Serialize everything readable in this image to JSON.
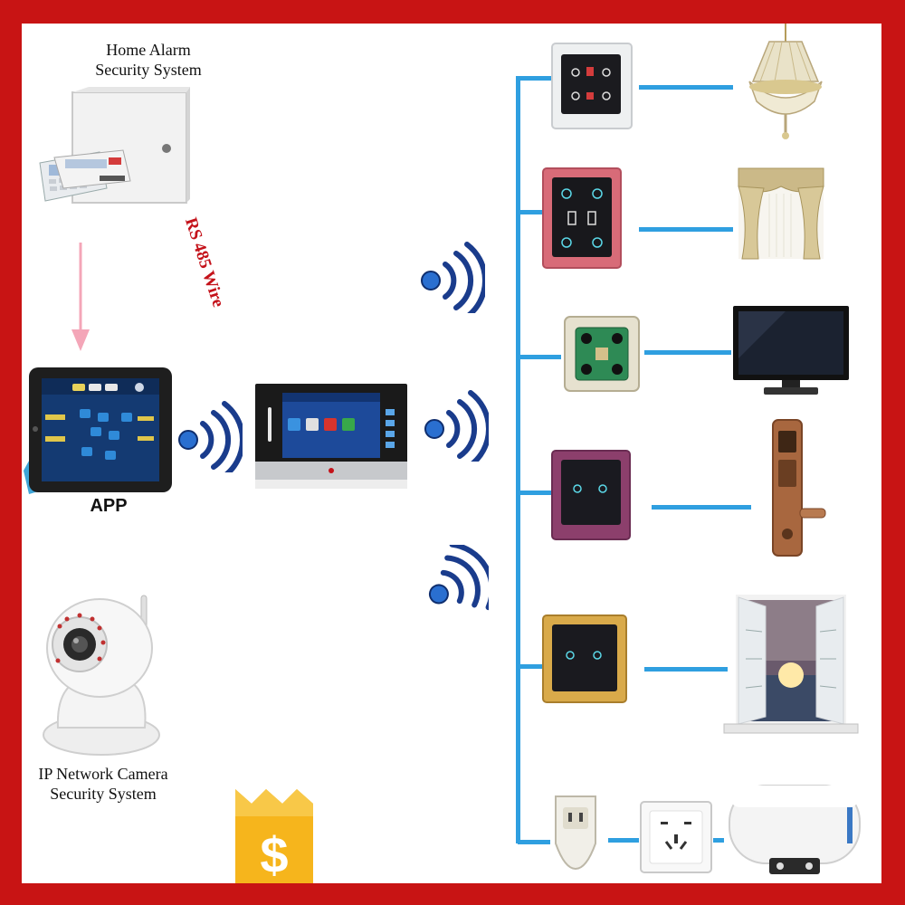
{
  "labels": {
    "alarm_line1": "Home Alarm",
    "alarm_line2": "Security System",
    "rs485": "RS 485 Wire",
    "app": "APP",
    "camera_line1": "IP Network Camera",
    "camera_line2": "Security System"
  },
  "icons": {
    "alarm": "alarm-panel-icon",
    "tablet": "tablet-icon",
    "camera": "ip-camera-icon",
    "gateway": "gateway-panel-icon",
    "wifi": "wifi-signal-icon",
    "price": "price-tag-icon",
    "chandelier": "chandelier-icon",
    "curtain": "curtain-icon",
    "tv": "tv-icon",
    "lock": "door-lock-icon",
    "window": "window-icon",
    "heater": "water-heater-icon",
    "plug": "plug-adapter-icon",
    "socket": "wall-socket-icon"
  },
  "colors": {
    "frame": "#c81414",
    "bus": "#2f9fe0",
    "arrow": "#f4a6b8",
    "wifi": "#1a3c8c",
    "rs485_text": "#c4121a",
    "price": "#f6b51c"
  }
}
